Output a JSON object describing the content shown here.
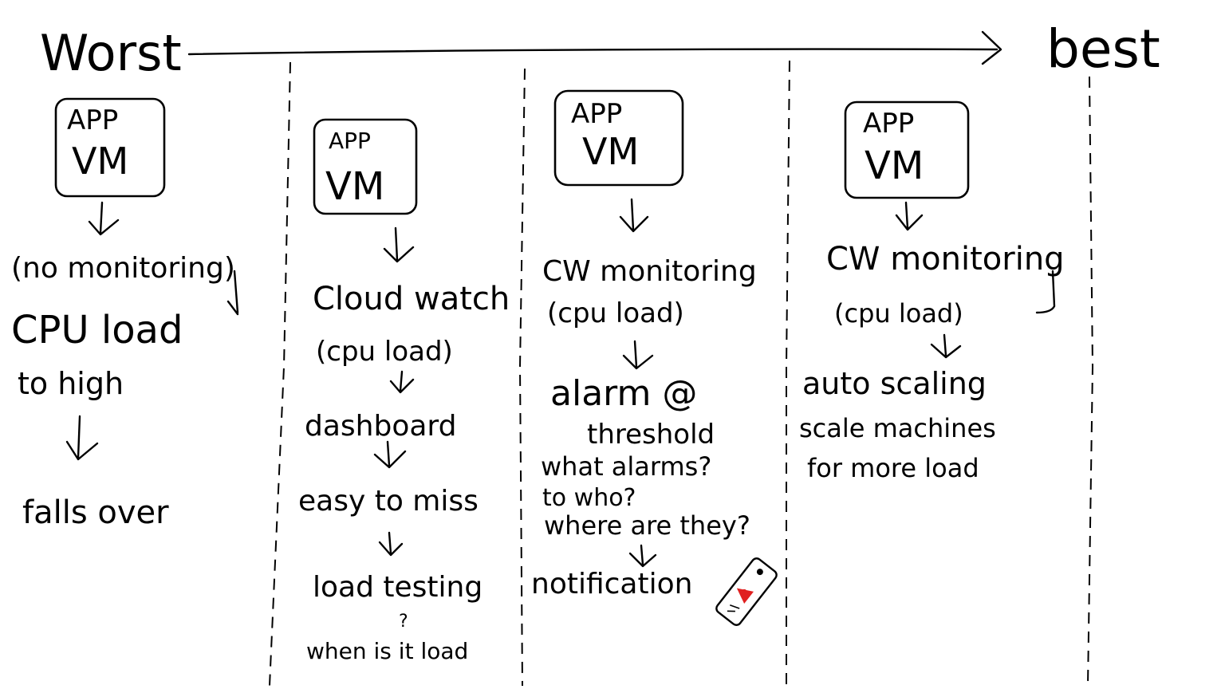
{
  "scale": {
    "worst_label": "Worst",
    "best_label": "best"
  },
  "columns": [
    {
      "box_top": "APP",
      "box_bottom": "VM",
      "steps": [
        "(no monitoring)",
        "CPU load",
        "to high",
        "falls over"
      ]
    },
    {
      "box_top": "APP",
      "box_bottom": "VM",
      "steps": [
        "Cloud watch",
        "(cpu load)",
        "dashboard",
        "easy to miss",
        "load testing",
        "?",
        "when is it load"
      ]
    },
    {
      "box_top": "APP",
      "box_bottom": "VM",
      "steps": [
        "CW monitoring",
        "(cpu load)",
        "alarm @",
        "threshold",
        "what alarms?",
        "to who?",
        "where are they?",
        "notification"
      ]
    },
    {
      "box_top": "APP",
      "box_bottom": "VM",
      "steps": [
        "CW monitoring",
        "(cpu load)",
        "auto scaling",
        "scale machines",
        "for more load"
      ]
    }
  ],
  "icons": [
    "phone-alert-icon"
  ],
  "colors": {
    "ink": "#000000",
    "alert": "#e02020",
    "background": "#ffffff"
  }
}
